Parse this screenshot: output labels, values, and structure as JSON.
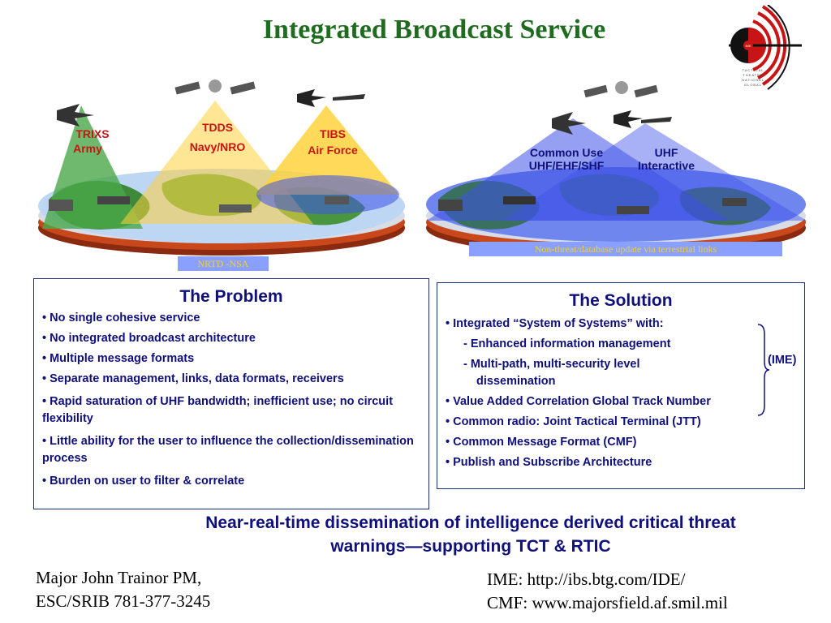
{
  "title": "Integrated Broadcast Service",
  "logo": {
    "badge_text": "IME",
    "tag_lines": [
      "TACTICAL",
      "THEATER",
      "NATIONAL",
      "GLOBAL"
    ]
  },
  "scene": {
    "left_labels": {
      "trixs": "TRIXS",
      "trixs_branch": "Army",
      "tdds": "TDDS",
      "tdds_branch": "Navy/NRO",
      "tibs": "TIBS",
      "tibs_branch": "Air Force",
      "band": "NRTD -NSA"
    },
    "right_labels": {
      "common_use_line1": "Common Use",
      "common_use_line2": "UHF/EHF/SHF",
      "uhf_line1": "UHF",
      "uhf_line2": "Interactive",
      "band": "Non-threat/database update via terrestrial links"
    },
    "colors": {
      "accent_red": "#c81414",
      "navy": "#10107a",
      "title_green": "#1f6b1f",
      "cone_green": "#4aa84a",
      "cone_yellow": "#ffd23c",
      "cone_blue": "#3e52e8",
      "band_blue": "#8aa0ff",
      "band_text": "#f0d030"
    }
  },
  "problem": {
    "heading": "The Problem",
    "items": [
      "• No single cohesive service",
      "• No integrated broadcast architecture",
      "• Multiple message formats",
      "• Separate management, links, data formats, receivers",
      "• Rapid saturation of UHF bandwidth; inefficient use; no circuit flexibility",
      "• Little ability for the user to influence the collection/dissemination process",
      "• Burden on user to filter & correlate"
    ]
  },
  "solution": {
    "heading": "The Solution",
    "item1": "• Integrated “System of Systems” with:",
    "sub1": "- Enhanced information management",
    "sub2": "- Multi-path, multi-security level",
    "sub2b": "dissemination",
    "item2": "• Value Added Correlation Global Track Number",
    "item3": "• Common radio: Joint Tactical Terminal (JTT)",
    "item4": "• Common Message Format (CMF)",
    "item5": "• Publish and Subscribe Architecture",
    "bracket_label": "(IME)"
  },
  "tagline": {
    "line1": "Near-real-time dissemination of intelligence derived critical threat",
    "line2": "warnings—supporting TCT & RTIC"
  },
  "contact": {
    "line1": "Major John Trainor PM,",
    "line2": "ESC/SRIB 781-377-3245"
  },
  "links": {
    "line1": "IME: http://ibs.btg.com/IDE/",
    "line2": "CMF: www.majorsfield.af.smil.mil"
  }
}
